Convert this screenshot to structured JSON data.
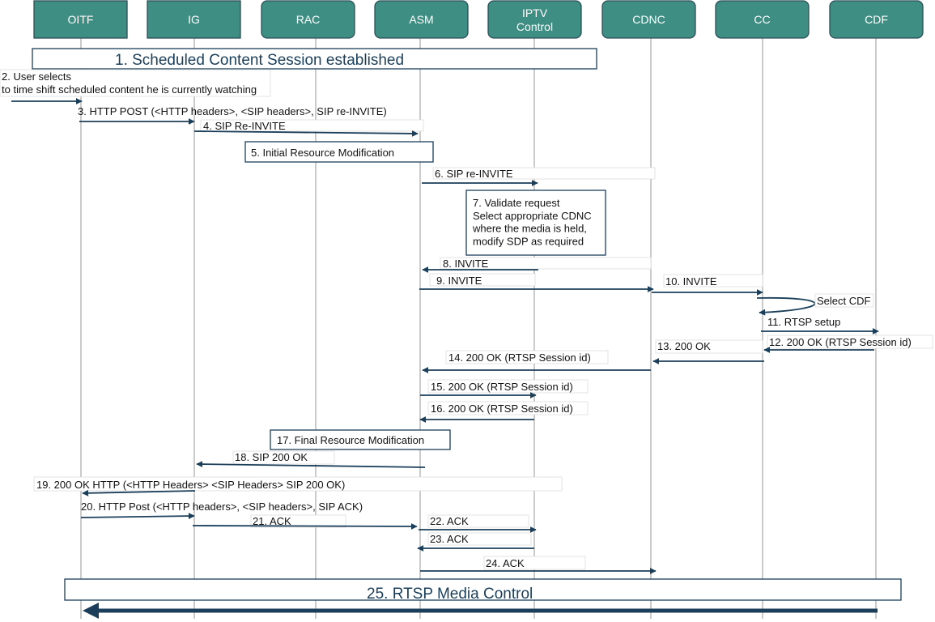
{
  "actors": [
    {
      "id": "oitf",
      "label": "OITF"
    },
    {
      "id": "ig",
      "label": "IG"
    },
    {
      "id": "rac",
      "label": "RAC"
    },
    {
      "id": "asm",
      "label": "ASM"
    },
    {
      "id": "iptv",
      "label": "IPTV\nControl"
    },
    {
      "id": "cdnc",
      "label": "CDNC"
    },
    {
      "id": "cc",
      "label": "CC"
    },
    {
      "id": "cdf",
      "label": "CDF"
    }
  ],
  "banners": [
    {
      "id": "step1",
      "label": "1. Scheduled Content Session established"
    },
    {
      "id": "step25",
      "label": "25. RTSP Media Control"
    }
  ],
  "notes": [
    {
      "id": "step5",
      "lines": [
        "5. Initial Resource Modification"
      ]
    },
    {
      "id": "step7",
      "lines": [
        "7. Validate request",
        "Select appropriate CDNC",
        "where the media is held,",
        "modify SDP as required"
      ]
    },
    {
      "id": "step17",
      "lines": [
        "17. Final Resource Modification"
      ]
    }
  ],
  "messages": [
    {
      "id": "m2",
      "lines": [
        "2. User selects",
        "to time shift scheduled content he is currently watching"
      ]
    },
    {
      "id": "m3",
      "lines": [
        "3. HTTP POST (<HTTP headers>, <SIP headers>, SIP re-INVITE)"
      ]
    },
    {
      "id": "m4",
      "lines": [
        "4. SIP Re-INVITE"
      ]
    },
    {
      "id": "m6",
      "lines": [
        "6. SIP re-INVITE"
      ]
    },
    {
      "id": "m8",
      "lines": [
        "8. INVITE"
      ]
    },
    {
      "id": "m9",
      "lines": [
        "9. INVITE"
      ]
    },
    {
      "id": "m10",
      "lines": [
        "10. INVITE"
      ]
    },
    {
      "id": "mcdf",
      "lines": [
        "Select CDF"
      ]
    },
    {
      "id": "m11",
      "lines": [
        "11. RTSP setup"
      ]
    },
    {
      "id": "m12",
      "lines": [
        "12. 200 OK (RTSP Session id)"
      ]
    },
    {
      "id": "m13",
      "lines": [
        "13. 200 OK"
      ]
    },
    {
      "id": "m14",
      "lines": [
        "14. 200 OK (RTSP Session id)"
      ]
    },
    {
      "id": "m15",
      "lines": [
        "15. 200 OK (RTSP Session id)"
      ]
    },
    {
      "id": "m16",
      "lines": [
        "16. 200 OK (RTSP Session id)"
      ]
    },
    {
      "id": "m18",
      "lines": [
        "18.  SIP 200 OK"
      ]
    },
    {
      "id": "m19",
      "lines": [
        "19. 200 OK HTTP (<HTTP Headers> <SIP Headers> SIP 200 OK)"
      ]
    },
    {
      "id": "m20",
      "lines": [
        "20. HTTP Post  (<HTTP headers>, <SIP headers>, SIP ACK)"
      ]
    },
    {
      "id": "m21",
      "lines": [
        "21. ACK"
      ]
    },
    {
      "id": "m22",
      "lines": [
        "22. ACK"
      ]
    },
    {
      "id": "m23",
      "lines": [
        "23. ACK"
      ]
    },
    {
      "id": "m24",
      "lines": [
        "24. ACK"
      ]
    }
  ]
}
